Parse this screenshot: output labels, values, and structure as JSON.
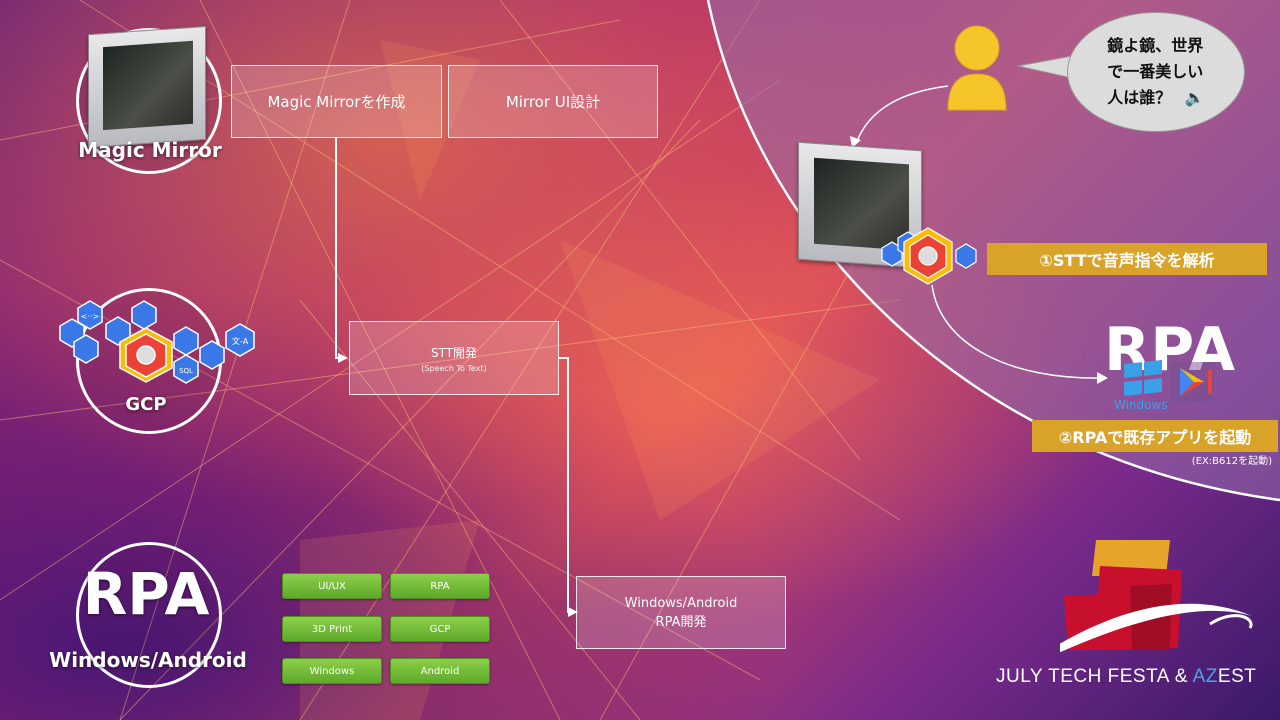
{
  "circles": {
    "magic_mirror": {
      "label": "Magic Mirror"
    },
    "gcp": {
      "label": "GCP"
    },
    "rpa": {
      "title": "RPA",
      "label": "Windows/Android"
    }
  },
  "flow": {
    "box1": "Magic Mirrorを作成",
    "box2": "Mirror UI設計",
    "box3_main": "STT開発",
    "box3_sub": "(Speech To Text)",
    "box4_line1": "Windows/Android",
    "box4_line2": "RPA開発"
  },
  "tags": [
    "UI/UX",
    "RPA",
    "3D Print",
    "GCP",
    "Windows",
    "Android"
  ],
  "speech": {
    "line1": "鏡よ鏡、世界",
    "line2": "で一番美しい",
    "line3": "人は誰？"
  },
  "right": {
    "callout1": "①STTで音声指令を解析",
    "rpa_title": "RPA",
    "windows_label": "Windows",
    "callout2": "②RPAで既存アプリを起動",
    "callout2_note": "(EX:B612を起動)"
  },
  "gcp_icons": {
    "hex1": "<··>",
    "hex2": "SQL",
    "hex3": "文-A"
  },
  "brand": {
    "text_prefix": "JULY TECH FESTA & ",
    "text_az": "AZ",
    "text_suffix": "EST"
  },
  "colors": {
    "callout": "#d9a32a",
    "tag_green": "#6cb52f",
    "accent_blue": "#4aa3e8"
  }
}
